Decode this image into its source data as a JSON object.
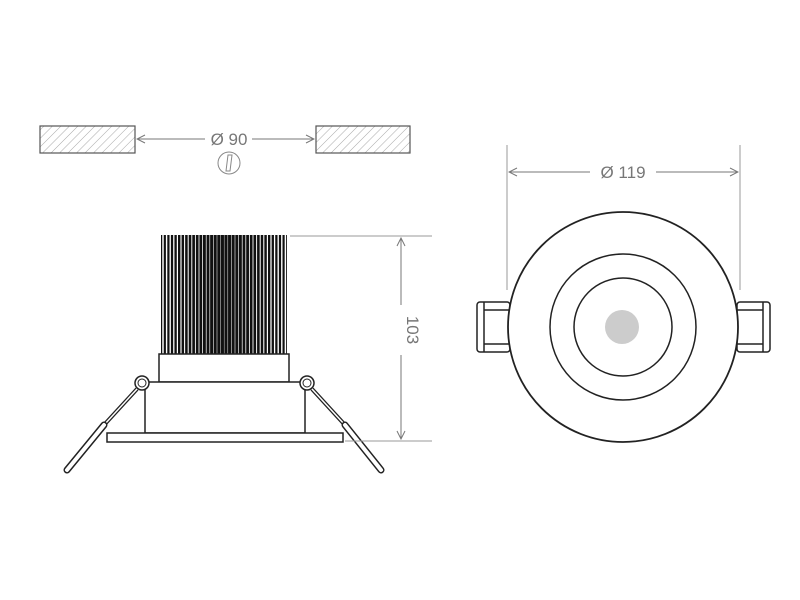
{
  "cutout": {
    "label": "Ø 90",
    "icon": "drill-cutout-icon"
  },
  "side_view": {
    "height_label": "103"
  },
  "top_view": {
    "diameter_label": "Ø 119"
  },
  "colors": {
    "line": "#222222",
    "dimension": "#888888",
    "hatch": "#999999",
    "lens": "#cccccc"
  }
}
